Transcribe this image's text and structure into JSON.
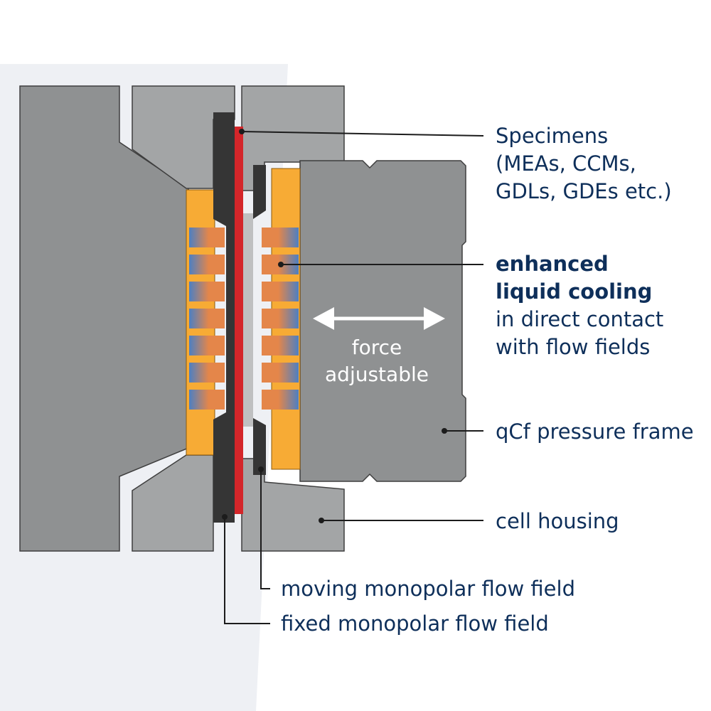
{
  "labels": {
    "specimens": [
      "Specimens",
      "(MEAs, CCMs,",
      "GDLs, GDEs etc.)"
    ],
    "cooling_bold": [
      "enhanced",
      "liquid cooling"
    ],
    "cooling_normal": [
      "in direct contact",
      "with flow fields"
    ],
    "pressure_frame": "qCf pressure frame",
    "cell_housing": "cell housing",
    "moving_flow_field": "moving monopolar flow field",
    "fixed_flow_field": "fixed monopolar flow field",
    "force": [
      "force",
      "adjustable"
    ]
  },
  "colors": {
    "background": "#ffffff",
    "page_tint": "#eef0f4",
    "housing_grey": "#8f9192",
    "housing_light": "#a3a5a6",
    "flow_field_dark": "#353535",
    "specimen_red": "#d4262a",
    "gasket_orange": "#f7ab35",
    "channel_blue": "#4d7fc2",
    "channel_orange": "#e4864a",
    "label_navy": "#0e2f5a"
  }
}
